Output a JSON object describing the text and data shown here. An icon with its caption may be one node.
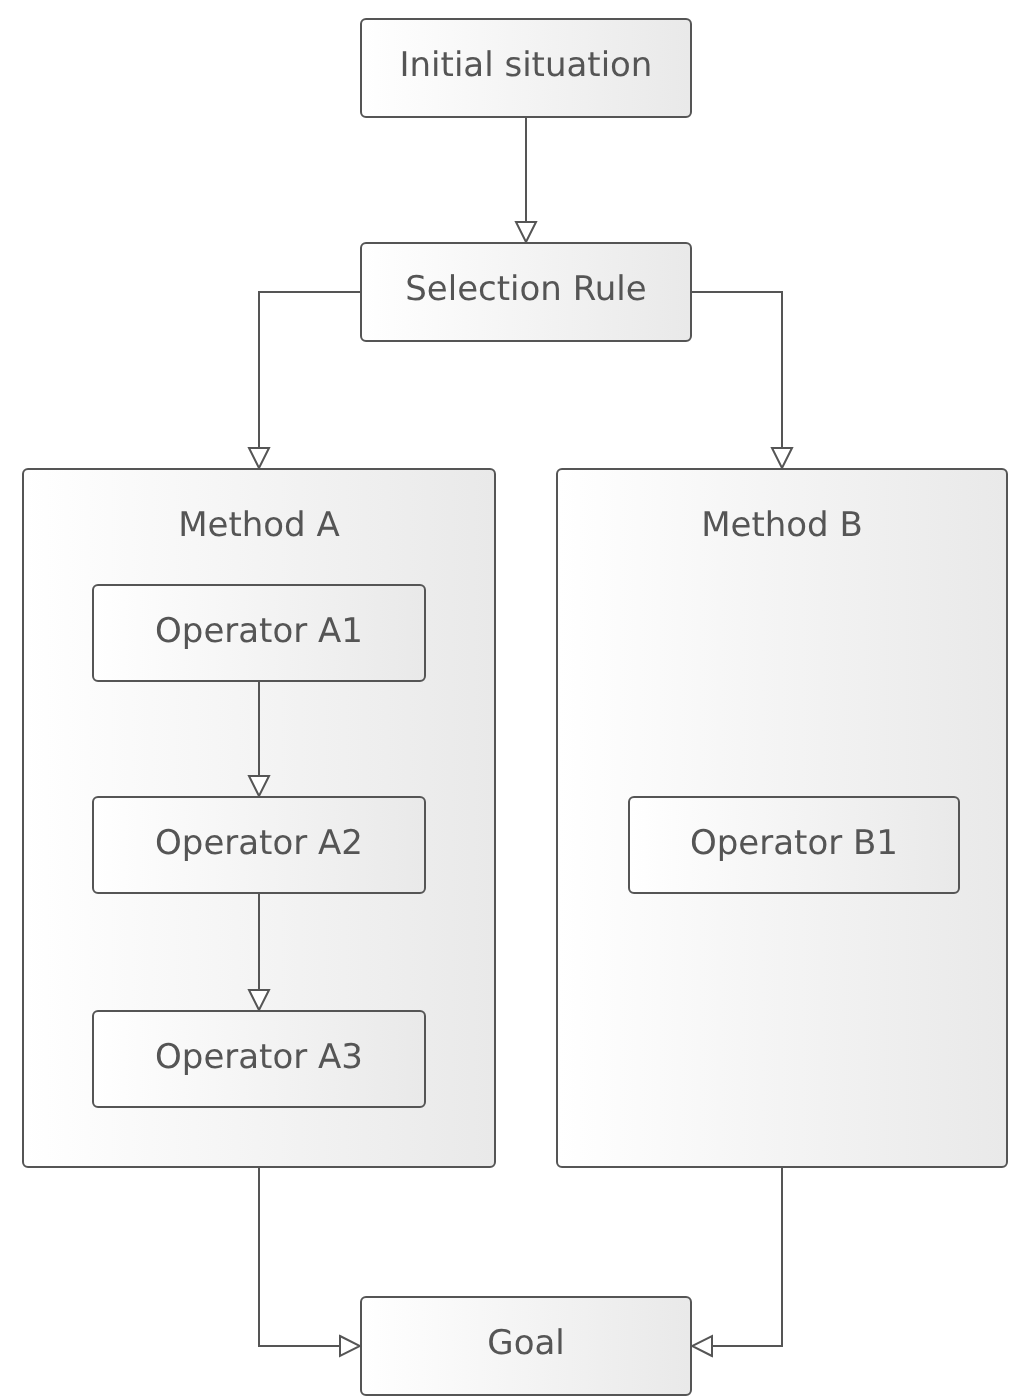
{
  "diagram": {
    "nodes": [
      {
        "text": [
          "Initial situation"
        ]
      },
      {
        "text": [
          "Selection Rule"
        ]
      },
      {
        "text": [
          "Method A"
        ]
      },
      {
        "text": [
          "Operator A1"
        ],
        "in": 2
      },
      {
        "text": [
          "Operator A2"
        ],
        "in": 2
      },
      {
        "text": [
          "Operator A3"
        ],
        "in": 2
      },
      {
        "text": [
          "Method B"
        ]
      },
      {
        "text": [
          "Operator B1"
        ],
        "in": 6
      },
      {
        "text": [
          "Goal"
        ]
      }
    ],
    "edges": [
      {
        "from": 0,
        "to": 1,
        "arrow": "to"
      },
      {
        "from": 1,
        "to": 2,
        "arrow": "to"
      },
      {
        "from": 1,
        "to": 6,
        "arrow": "to"
      },
      {
        "from": 3,
        "to": 4,
        "arrow": "to"
      },
      {
        "from": 4,
        "to": 5,
        "arrow": "to"
      },
      {
        "from": 2,
        "to": 8,
        "arrow": "to"
      },
      {
        "from": 6,
        "to": 8,
        "arrow": "to"
      }
    ]
  }
}
